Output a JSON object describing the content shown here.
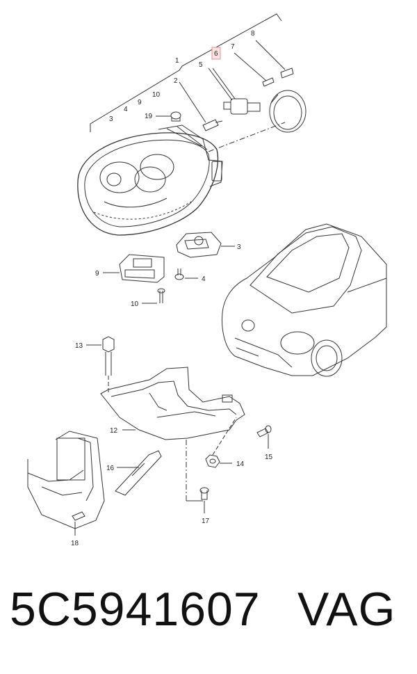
{
  "diagram": {
    "callouts": {
      "c1": "1",
      "c2": "2",
      "c3a": "3",
      "c3b": "3",
      "c4a": "4",
      "c4b": "4",
      "c5": "5",
      "c6": "6",
      "c7": "7",
      "c8": "8",
      "c9a": "9",
      "c9b": "9",
      "c10a": "10",
      "c10b": "10",
      "c12": "12",
      "c13": "13",
      "c14": "14",
      "c15": "15",
      "c16": "16",
      "c17": "17",
      "c18": "18",
      "c19": "19"
    },
    "highlighted_callout": "6",
    "highlight_color": "#e07a7a"
  },
  "footer": {
    "part_number": "5C5941607",
    "brand": "VAG"
  }
}
